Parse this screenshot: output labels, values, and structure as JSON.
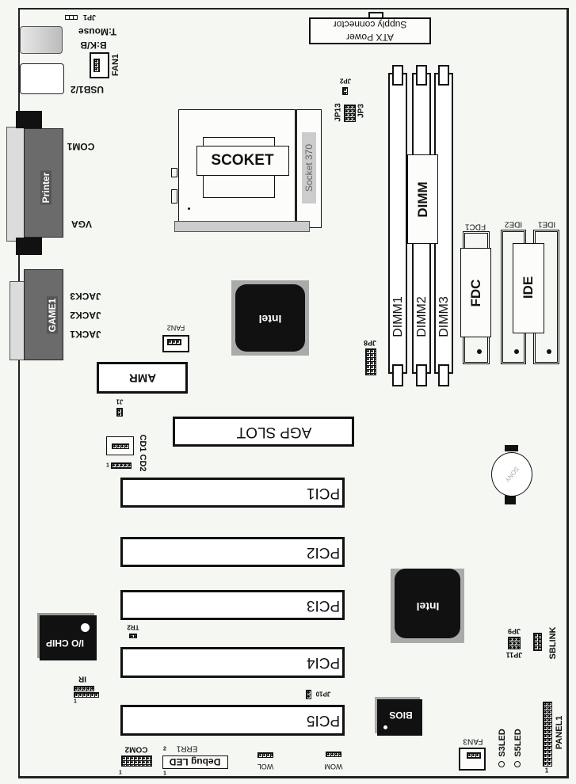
{
  "title": "",
  "labels": {
    "jp1": "JP1",
    "mouse": "T:Mouse",
    "kb": "B:K/B",
    "fan1": "FAN1",
    "usb": "USB1/2",
    "com1": "COM1",
    "printer": "Printer",
    "vga": "VGA",
    "game": "GAME1",
    "jack3": "JACK3",
    "jack2": "JACK2",
    "jack1": "JACK1",
    "atx1": "Supply connector",
    "atx2": "ATX Power",
    "socket": "SCOKET",
    "socket370": "Socket 370",
    "jp2": "JP2",
    "jp13": "JP13",
    "jp3": "JP3",
    "dimm": "DIMM",
    "dimm1": "DIMM1",
    "dimm2": "DIMM2",
    "dimm3": "DIMM3",
    "fdc1": "FDC1",
    "ide2": "IDE2",
    "ide1": "IDE1",
    "fdc": "FDC",
    "ide": "IDE",
    "intel_north": "Intel",
    "fan2": "FAN2",
    "jp8": "JP8",
    "amr": "AMR",
    "j1": "J1",
    "agp": "AGP SLOT",
    "cd": "CD1 CD2",
    "battery": "SONY",
    "pci1": "PCI1",
    "pci2": "PCI2",
    "pci3": "PCI3",
    "pci4": "PCI4",
    "pci5": "PCI5",
    "intel_south": "Intel",
    "iochip": "I/O CHIP",
    "tr2": "TR2",
    "ir": "IR",
    "jp10": "JP10",
    "bios": "BIOS",
    "jp9": "JP9",
    "jp11": "JP11",
    "sblink": "SBLINK",
    "panel1": "PANEL1",
    "s3led": "S3LED",
    "s5led": "S5LED",
    "fan3": "FAN3",
    "com2": "COM2",
    "err1": "ERR1",
    "debug": "Debug LED",
    "wol": "WOL",
    "wom": "WOM",
    "pin1": "1",
    "pin2": "2"
  },
  "colors": {
    "board_line": "#111111",
    "chip": "#111111",
    "connector": "#6b6b6b"
  }
}
